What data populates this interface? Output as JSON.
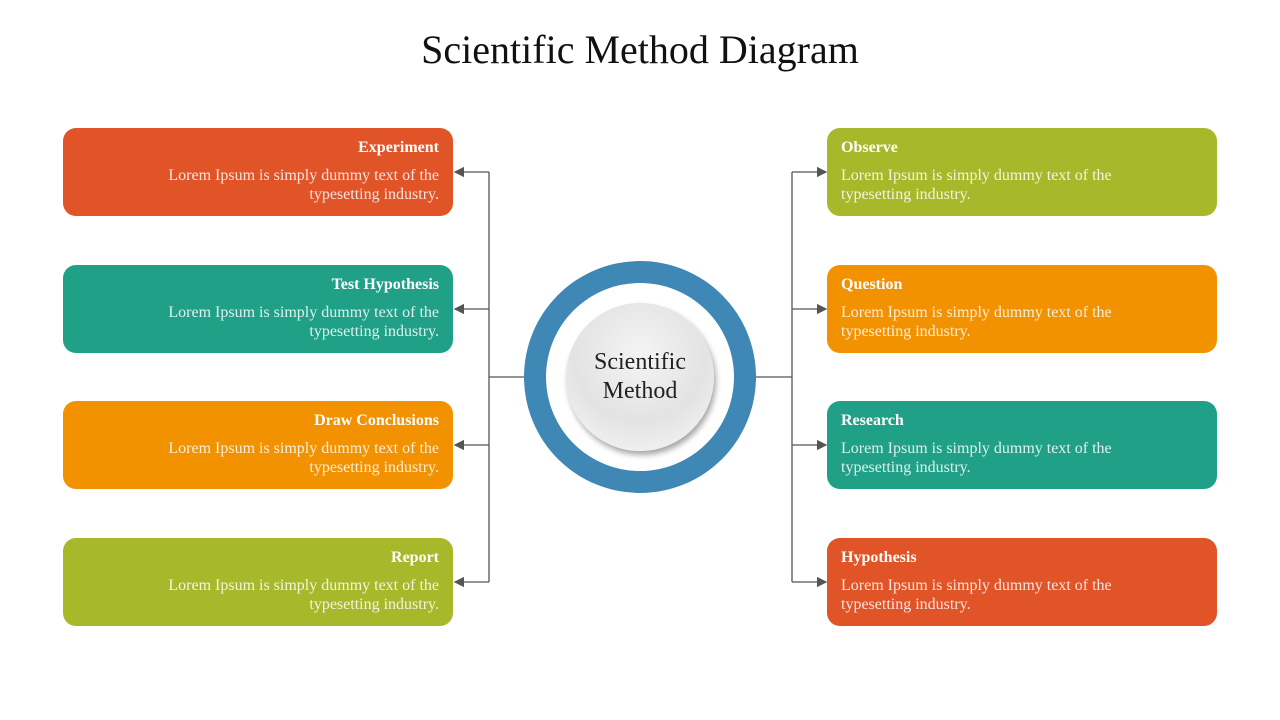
{
  "title": "Scientific Method Diagram",
  "center": {
    "label": "Scientific Method",
    "ring_color": "#3f88b6"
  },
  "left_steps": [
    {
      "heading": "Experiment",
      "text": "Lorem Ipsum is simply dummy text of the typesetting industry.",
      "color": "#e05428"
    },
    {
      "heading": "Test Hypothesis",
      "text": "Lorem Ipsum is simply dummy text of the typesetting industry.",
      "color": "#20a187"
    },
    {
      "heading": "Draw Conclusions",
      "text": "Lorem Ipsum is simply dummy text of the typesetting industry.",
      "color": "#f29200"
    },
    {
      "heading": "Report",
      "text": "Lorem Ipsum is simply dummy text of the typesetting industry.",
      "color": "#a7b92a"
    }
  ],
  "right_steps": [
    {
      "heading": "Observe",
      "text": "Lorem Ipsum is simply dummy text of the typesetting industry.",
      "color": "#a7b92a"
    },
    {
      "heading": "Question",
      "text": "Lorem Ipsum is simply dummy text of the typesetting industry.",
      "color": "#f29200"
    },
    {
      "heading": "Research",
      "text": "Lorem Ipsum is simply dummy text of the typesetting industry.",
      "color": "#20a187"
    },
    {
      "heading": "Hypothesis",
      "text": "Lorem Ipsum is simply dummy text of the typesetting industry.",
      "color": "#e05428"
    }
  ]
}
